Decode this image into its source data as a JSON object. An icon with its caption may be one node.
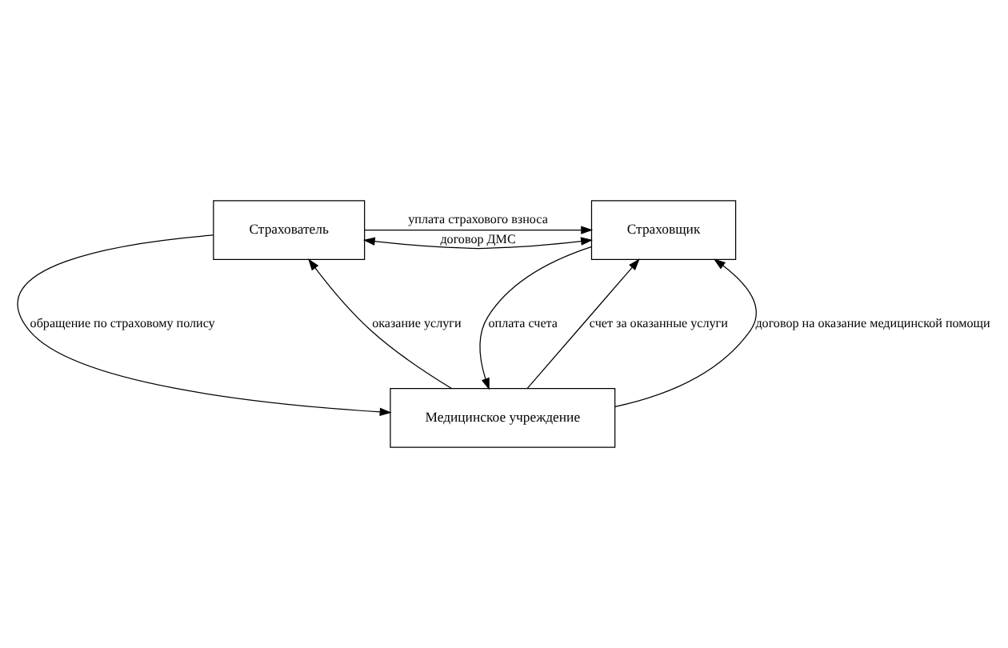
{
  "diagram": {
    "nodes": [
      {
        "text": [
          "Страхователь"
        ]
      },
      {
        "text": [
          "Страховщик"
        ]
      },
      {
        "text": [
          "Медицинское учреждение"
        ]
      }
    ],
    "edges": [
      {
        "from": 0,
        "to": 1,
        "arrow": "both",
        "label": "договор ДМС"
      },
      {
        "from": 0,
        "to": 1,
        "arrow": "to",
        "label": "уплата страхового взноса"
      },
      {
        "from": 0,
        "to": 2,
        "arrow": "to",
        "label": "обращение по страховому полису"
      },
      {
        "from": 2,
        "to": 0,
        "arrow": "to",
        "label": "оказание услуги"
      },
      {
        "from": 2,
        "to": 1,
        "arrow": "to",
        "label": "счет за оказанные услуги"
      },
      {
        "from": 1,
        "to": 2,
        "arrow": "to",
        "label": "оплата счета"
      },
      {
        "from": 2,
        "to": 1,
        "arrow": "to",
        "label": "договор на оказание медицинской помощи"
      }
    ]
  }
}
